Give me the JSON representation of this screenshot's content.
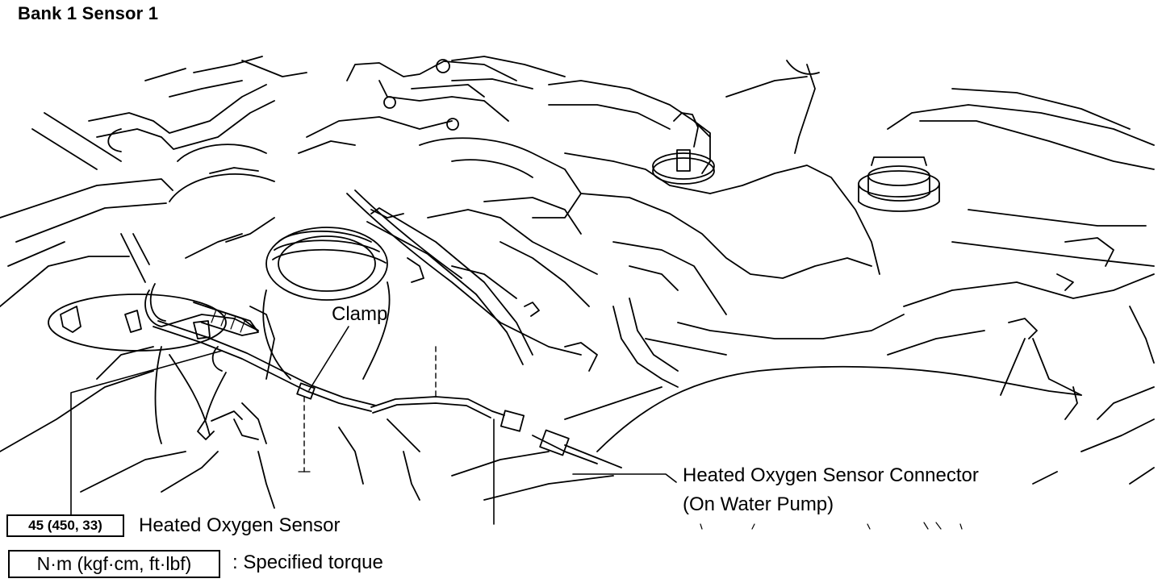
{
  "diagram": {
    "title": "Bank 1 Sensor 1",
    "labels": {
      "clamp": "Clamp",
      "sensor": "Heated Oxygen Sensor",
      "connector_line1": "Heated Oxygen Sensor Connector",
      "connector_line2": "(On Water Pump)"
    },
    "torque_value": "45 (450, 33)",
    "legend": {
      "unit_box": "N·m (kgf·cm, ft·lbf)",
      "description": ": Specified torque"
    }
  }
}
